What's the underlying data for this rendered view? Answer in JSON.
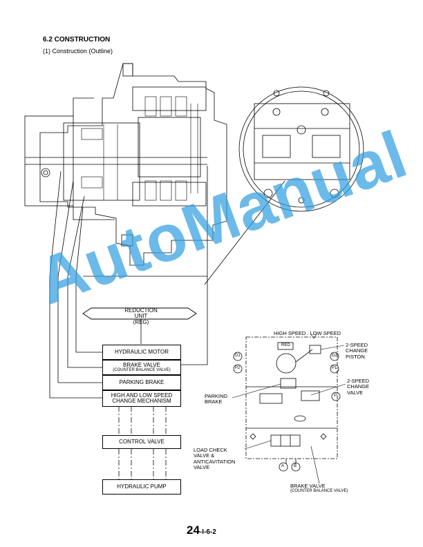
{
  "header": {
    "section_title": "6.2 CONSTRUCTION",
    "subtitle": "(1)  Construction (Outline)"
  },
  "block_diagram": {
    "reduction_unit": [
      "REDUCTION",
      "UNIT",
      "(REG)"
    ],
    "hydraulic_motor": "HYDRAULIC MOTOR",
    "brake_valve": "BRAKE VALVE",
    "brake_valve_sub": "(COUNTER BALANCE VALVE)",
    "parking_brake": "PARKING BRAKE",
    "speed_change_1": "HIGH AND LOW SPEED",
    "speed_change_2": "CHANGE MECHANISM",
    "control_valve": "CONTROL VALVE",
    "hydraulic_pump": "HYDRAULIC PUMP"
  },
  "schematic": {
    "high_low_speed": "HIGH SPEED . LOW SPEED",
    "red": "RED",
    "port_d1": "D1",
    "port_p2": "P2",
    "port_d2": "D2",
    "port_p1": "P1",
    "port_p": "P",
    "port_a": "A",
    "port_b": "B",
    "speed_change_piston": [
      "2-SPEED",
      "CHANGE",
      "PISTON"
    ],
    "speed_change_valve": [
      "2-SPEED",
      "CHANGE",
      "VALVE"
    ],
    "parking_brake": [
      "PARKING",
      "BRAKE"
    ],
    "load_check": [
      "LOAD CHECK",
      "VALVE &",
      "ANTICAVITATION",
      "VALVE"
    ],
    "brake_valve": "BRAKE VALVE",
    "brake_valve_sub": "(COUNTER BALANCE VALVE)"
  },
  "watermark": "AutoManual",
  "footer": {
    "page_main": "24",
    "page_sub": "-I-6-2"
  }
}
